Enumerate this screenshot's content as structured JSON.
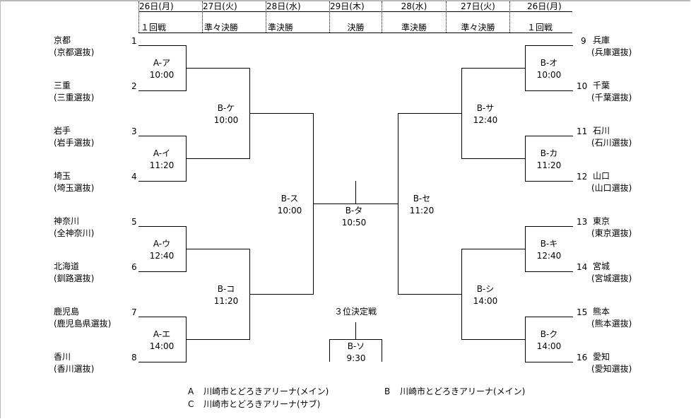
{
  "header": {
    "columns": [
      {
        "date": "26日(月)",
        "round": "１回戦"
      },
      {
        "date": "27日(火)",
        "round": "準々決勝"
      },
      {
        "date": "28日(水)",
        "round": "準決勝"
      },
      {
        "date": "29日(木)",
        "round": "決勝"
      },
      {
        "date": "28(水)",
        "round": "準決勝"
      },
      {
        "date": "27日(火)",
        "round": "準々決勝"
      },
      {
        "date": "26日(月)",
        "round": "１回戦"
      }
    ]
  },
  "teams": [
    {
      "seed": "1",
      "name": "京都",
      "team": "(京都選抜)"
    },
    {
      "seed": "2",
      "name": "三重",
      "team": "(三重選抜)"
    },
    {
      "seed": "3",
      "name": "岩手",
      "team": "(岩手選抜)"
    },
    {
      "seed": "4",
      "name": "埼玉",
      "team": "(埼玉選抜)"
    },
    {
      "seed": "5",
      "name": "神奈川",
      "team": "(全神奈川)"
    },
    {
      "seed": "6",
      "name": "北海道",
      "team": "(釧路選抜)"
    },
    {
      "seed": "7",
      "name": "鹿児島",
      "team": "(鹿児島県選抜)"
    },
    {
      "seed": "8",
      "name": "香川",
      "team": "(香川選抜)"
    },
    {
      "seed": "9",
      "name": "兵庫",
      "team": "(兵庫選抜)"
    },
    {
      "seed": "10",
      "name": "千葉",
      "team": "(千葉選抜)"
    },
    {
      "seed": "11",
      "name": "石川",
      "team": "(石川選抜)"
    },
    {
      "seed": "12",
      "name": "山口",
      "team": "(山口選抜)"
    },
    {
      "seed": "13",
      "name": "東京",
      "team": "(東京選抜)"
    },
    {
      "seed": "14",
      "name": "宮城",
      "team": "(宮城選抜)"
    },
    {
      "seed": "15",
      "name": "熊本",
      "team": "(熊本選抜)"
    },
    {
      "seed": "16",
      "name": "愛知",
      "team": "(愛知選抜)"
    }
  ],
  "matches": {
    "a_a": {
      "code": "A-ア",
      "time": "10:00"
    },
    "a_i": {
      "code": "A-イ",
      "time": "11:20"
    },
    "a_u": {
      "code": "A-ウ",
      "time": "12:40"
    },
    "a_e": {
      "code": "A-エ",
      "time": "14:00"
    },
    "b_o": {
      "code": "B-オ",
      "time": "10:00"
    },
    "b_ka": {
      "code": "B-カ",
      "time": "11:20"
    },
    "b_ki": {
      "code": "B-キ",
      "time": "12:40"
    },
    "b_ku": {
      "code": "B-ク",
      "time": "14:00"
    },
    "b_ke": {
      "code": "B-ケ",
      "time": "10:00"
    },
    "b_ko": {
      "code": "B-コ",
      "time": "11:20"
    },
    "b_sa": {
      "code": "B-サ",
      "time": "12:40"
    },
    "b_shi": {
      "code": "B-シ",
      "time": "14:00"
    },
    "b_su": {
      "code": "B-ス",
      "time": "10:00"
    },
    "b_se": {
      "code": "B-セ",
      "time": "11:20"
    },
    "b_ta": {
      "code": "B-タ",
      "time": "10:50"
    },
    "b_so": {
      "code": "B-ソ",
      "time": "9:30"
    }
  },
  "third_place_label": "３位決定戦",
  "legend": [
    {
      "key": "A",
      "venue": "川崎市とどろきアリーナ(メイン)"
    },
    {
      "key": "B",
      "venue": "川崎市とどろきアリーナ(メイン)"
    },
    {
      "key": "C",
      "venue": "川崎市とどろきアリーナ(サブ)"
    }
  ]
}
